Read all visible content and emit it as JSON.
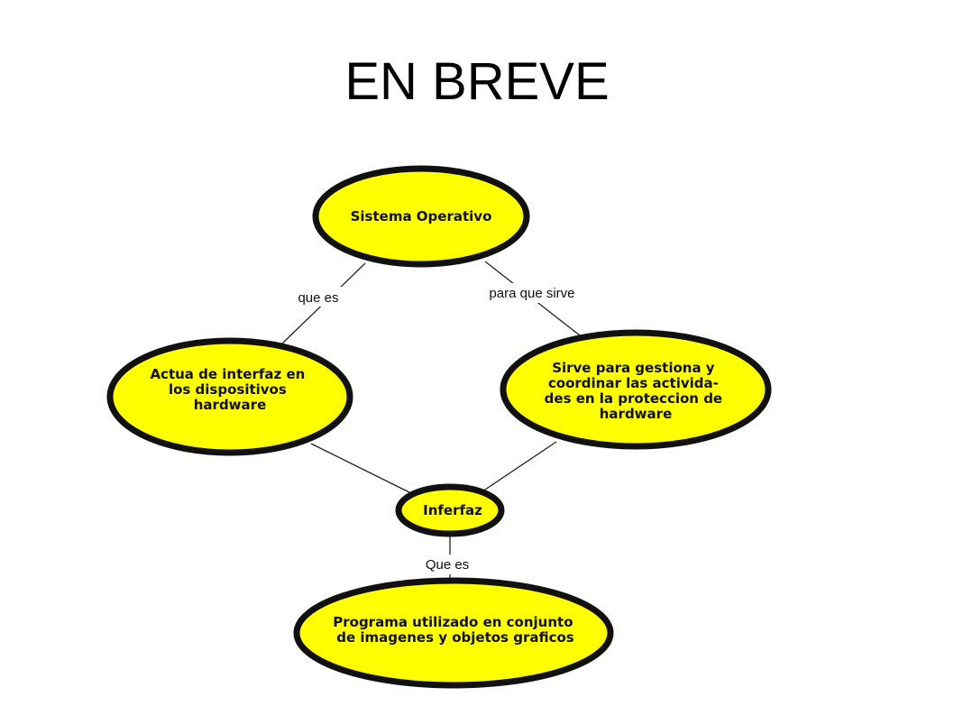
{
  "title": "EN BREVE",
  "colors": {
    "node_fill": "#ffff00",
    "node_stroke": "#111111",
    "background": "#ffffff"
  },
  "nodes": {
    "sistema": {
      "lines": [
        "Sistema Operativo"
      ]
    },
    "actua": {
      "lines": [
        "Actua de interfaz en",
        "los dispositivos",
        "hardware"
      ]
    },
    "sirve": {
      "lines": [
        "Sirve para gestiona y",
        "coordinar las activida-",
        "des en la proteccion de",
        "hardware"
      ]
    },
    "inferfaz": {
      "lines": [
        "Inferfaz"
      ]
    },
    "programa": {
      "lines": [
        "Programa utilizado en conjunto",
        "de imagenes y objetos graficos"
      ]
    }
  },
  "edge_labels": {
    "que_es": "que es",
    "para_que_sirve": "para que sirve",
    "que_es_bottom": "Que es"
  }
}
